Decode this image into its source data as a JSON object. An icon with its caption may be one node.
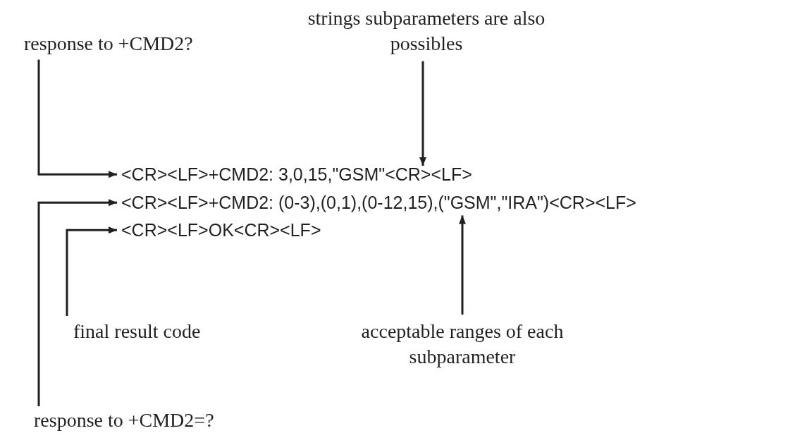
{
  "diagram": {
    "nodes": [
      {
        "text": [
          "strings subparameters are also possibles"
        ]
      },
      {
        "text": [
          "response to +CMD2?"
        ]
      },
      {
        "text": [
          "<CR><LF>+CMD2: 3,0,15,\"GSM\"<CR><LF>"
        ]
      },
      {
        "text": [
          "<CR><LF>+CMD2: (0-3),(0,1),(0-12,15),(\"GSM\",\"IRA\")<CR><LF>"
        ]
      },
      {
        "text": [
          "<CR><LF>OK<CR><LF>"
        ]
      },
      {
        "text": [
          "final result code"
        ]
      },
      {
        "text": [
          "acceptable ranges of each subparameter"
        ]
      },
      {
        "text": [
          "response to +CMD2=?"
        ]
      }
    ],
    "edges": [
      {
        "from": 0,
        "to": 2,
        "arrow": "to"
      },
      {
        "from": 1,
        "to": 2,
        "arrow": "to"
      },
      {
        "from": 7,
        "to": 3,
        "arrow": "to"
      },
      {
        "from": 5,
        "to": 4,
        "arrow": "to"
      },
      {
        "from": 6,
        "to": 3,
        "arrow": "to"
      }
    ]
  }
}
